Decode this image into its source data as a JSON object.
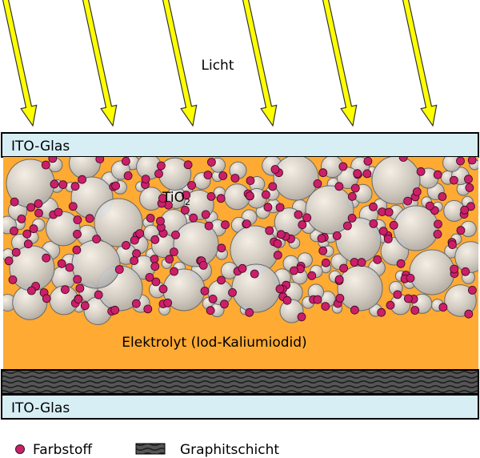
{
  "labels": {
    "light": "Licht",
    "top_glass": "ITO-Glas",
    "bottom_glass": "ITO-Glas",
    "tio2_main": "TiO",
    "tio2_sub": "2",
    "electrolyte": "Elektrolyt (Iod-Kaliumiodid)"
  },
  "legend": {
    "dye": "Farbstoff",
    "graphite": "Graphitschicht"
  },
  "colors": {
    "glass": "#d6eef4",
    "electrolyte": "#ffaa33",
    "arrow": "#ffff00",
    "particle": "#c8c8c8",
    "dye": "#cc1f6a",
    "graphite": "#3a3a3a"
  },
  "icons": {
    "light_arrow": "yellow-arrow-icon",
    "dye": "magenta-dot-icon",
    "graphite": "graphite-swatch-icon"
  }
}
